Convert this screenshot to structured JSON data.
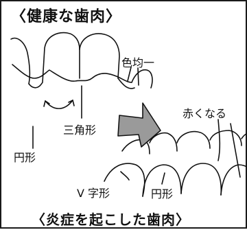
{
  "titles": {
    "healthy": "〈健康な歯肉〉",
    "inflamed": "〈炎症を起こした歯肉〉"
  },
  "labels": {
    "uniform_color": "色均一",
    "triangle": "三角形",
    "round_left": "円形",
    "red": "赤くなる",
    "v_shape": "V 字形",
    "round_bottom": "円形"
  },
  "colors": {
    "ink": "#111111",
    "arrow_fill": "#9a9a9a"
  }
}
